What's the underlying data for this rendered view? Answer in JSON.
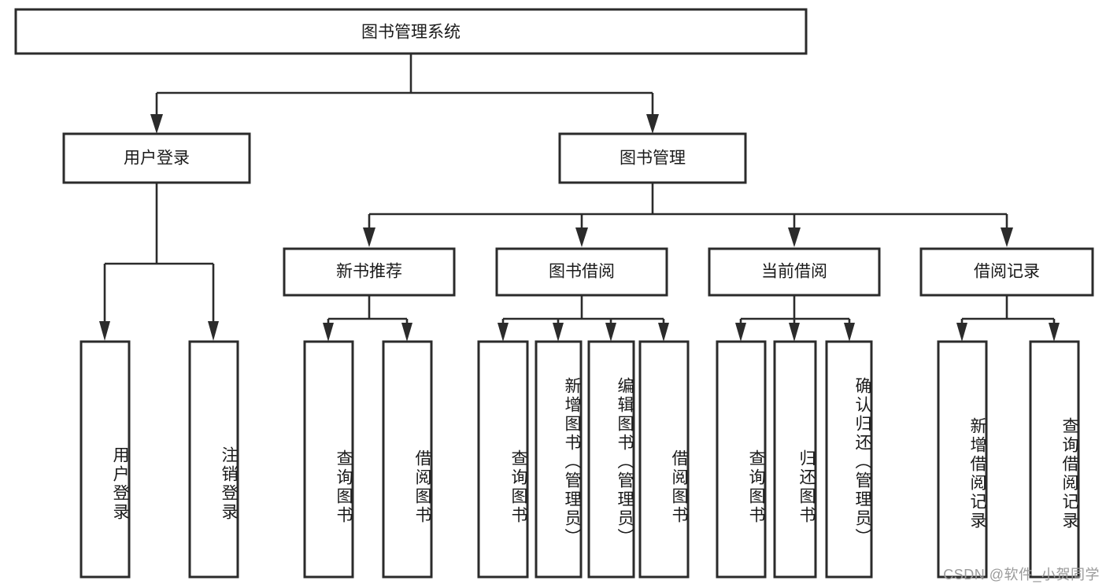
{
  "diagram": {
    "type": "tree",
    "title": "图书管理系统",
    "root": {
      "id": "root",
      "label": "图书管理系统",
      "orientation": "horizontal"
    },
    "level2": [
      {
        "id": "user-login",
        "label": "用户登录",
        "orientation": "horizontal"
      },
      {
        "id": "book-manage",
        "label": "图书管理",
        "orientation": "horizontal"
      }
    ],
    "level3": [
      {
        "id": "new-book-rec",
        "label": "新书推荐",
        "orientation": "horizontal",
        "parent": "book-manage"
      },
      {
        "id": "book-borrow",
        "label": "图书借阅",
        "orientation": "horizontal",
        "parent": "book-manage"
      },
      {
        "id": "current-borrow",
        "label": "当前借阅",
        "orientation": "horizontal",
        "parent": "book-manage"
      },
      {
        "id": "borrow-record",
        "label": "借阅记录",
        "orientation": "horizontal",
        "parent": "book-manage"
      }
    ],
    "leaves": [
      {
        "id": "leaf-user-login",
        "label": "用户登录",
        "orientation": "vertical",
        "parent": "user-login"
      },
      {
        "id": "leaf-user-logout",
        "label": "注销登录",
        "orientation": "vertical",
        "parent": "user-login"
      },
      {
        "id": "leaf-query-book-1",
        "label": "查询图书",
        "orientation": "vertical",
        "parent": "new-book-rec"
      },
      {
        "id": "leaf-borrow-book-1",
        "label": "借阅图书",
        "orientation": "vertical",
        "parent": "new-book-rec"
      },
      {
        "id": "leaf-query-book-2",
        "label": "查询图书",
        "orientation": "vertical",
        "parent": "book-borrow"
      },
      {
        "id": "leaf-add-book",
        "label": "新增图书（管理员）",
        "orientation": "vertical",
        "parent": "book-borrow"
      },
      {
        "id": "leaf-edit-book",
        "label": "编辑图书（管理员）",
        "orientation": "vertical",
        "parent": "book-borrow"
      },
      {
        "id": "leaf-borrow-book-2",
        "label": "借阅图书",
        "orientation": "vertical",
        "parent": "book-borrow"
      },
      {
        "id": "leaf-query-book-3",
        "label": "查询图书",
        "orientation": "vertical",
        "parent": "current-borrow"
      },
      {
        "id": "leaf-return-book",
        "label": "归还图书",
        "orientation": "vertical",
        "parent": "current-borrow"
      },
      {
        "id": "leaf-confirm-return",
        "label": "确认归还（管理员）",
        "orientation": "vertical",
        "parent": "current-borrow"
      },
      {
        "id": "leaf-add-record",
        "label": "新增借阅记录",
        "orientation": "vertical",
        "parent": "borrow-record"
      },
      {
        "id": "leaf-query-record",
        "label": "查询借阅记录",
        "orientation": "vertical",
        "parent": "borrow-record"
      }
    ]
  },
  "watermark": {
    "text": "CSDN @软件_小贺同学"
  },
  "colors": {
    "stroke": "#2b2b2b",
    "fill": "#ffffff",
    "text": "#1a1a1a",
    "watermark": "#9a9a9a",
    "background": "#ffffff"
  }
}
